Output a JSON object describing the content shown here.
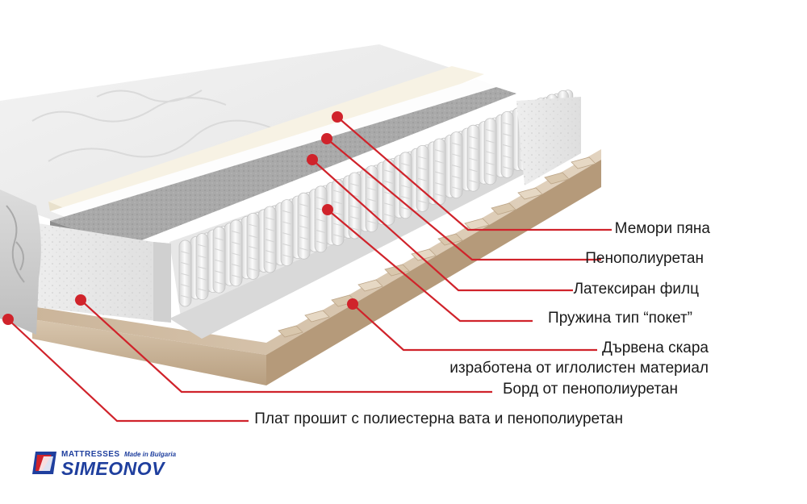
{
  "labels": {
    "memory_foam": "Мемори пяна",
    "polyurethane_foam": "Пенополиуретан",
    "latex_felt": "Латексиран филц",
    "pocket_spring": "Пружина тип “покет”",
    "wooden_slats_line1": "Дървена скара",
    "wooden_slats_line2": "изработена от иглолистен материал",
    "foam_border": "Борд от пенополиуретан",
    "quilted_fabric": "Плат прошит с полиестерна вата и пенополиуретан"
  },
  "logo": {
    "top_text": "MATTRESSES",
    "made_in": "Made in Bulgaria",
    "brand": "SIMEONOV"
  },
  "colors": {
    "callout": "#d0232b",
    "brand": "#1f3f9e"
  }
}
